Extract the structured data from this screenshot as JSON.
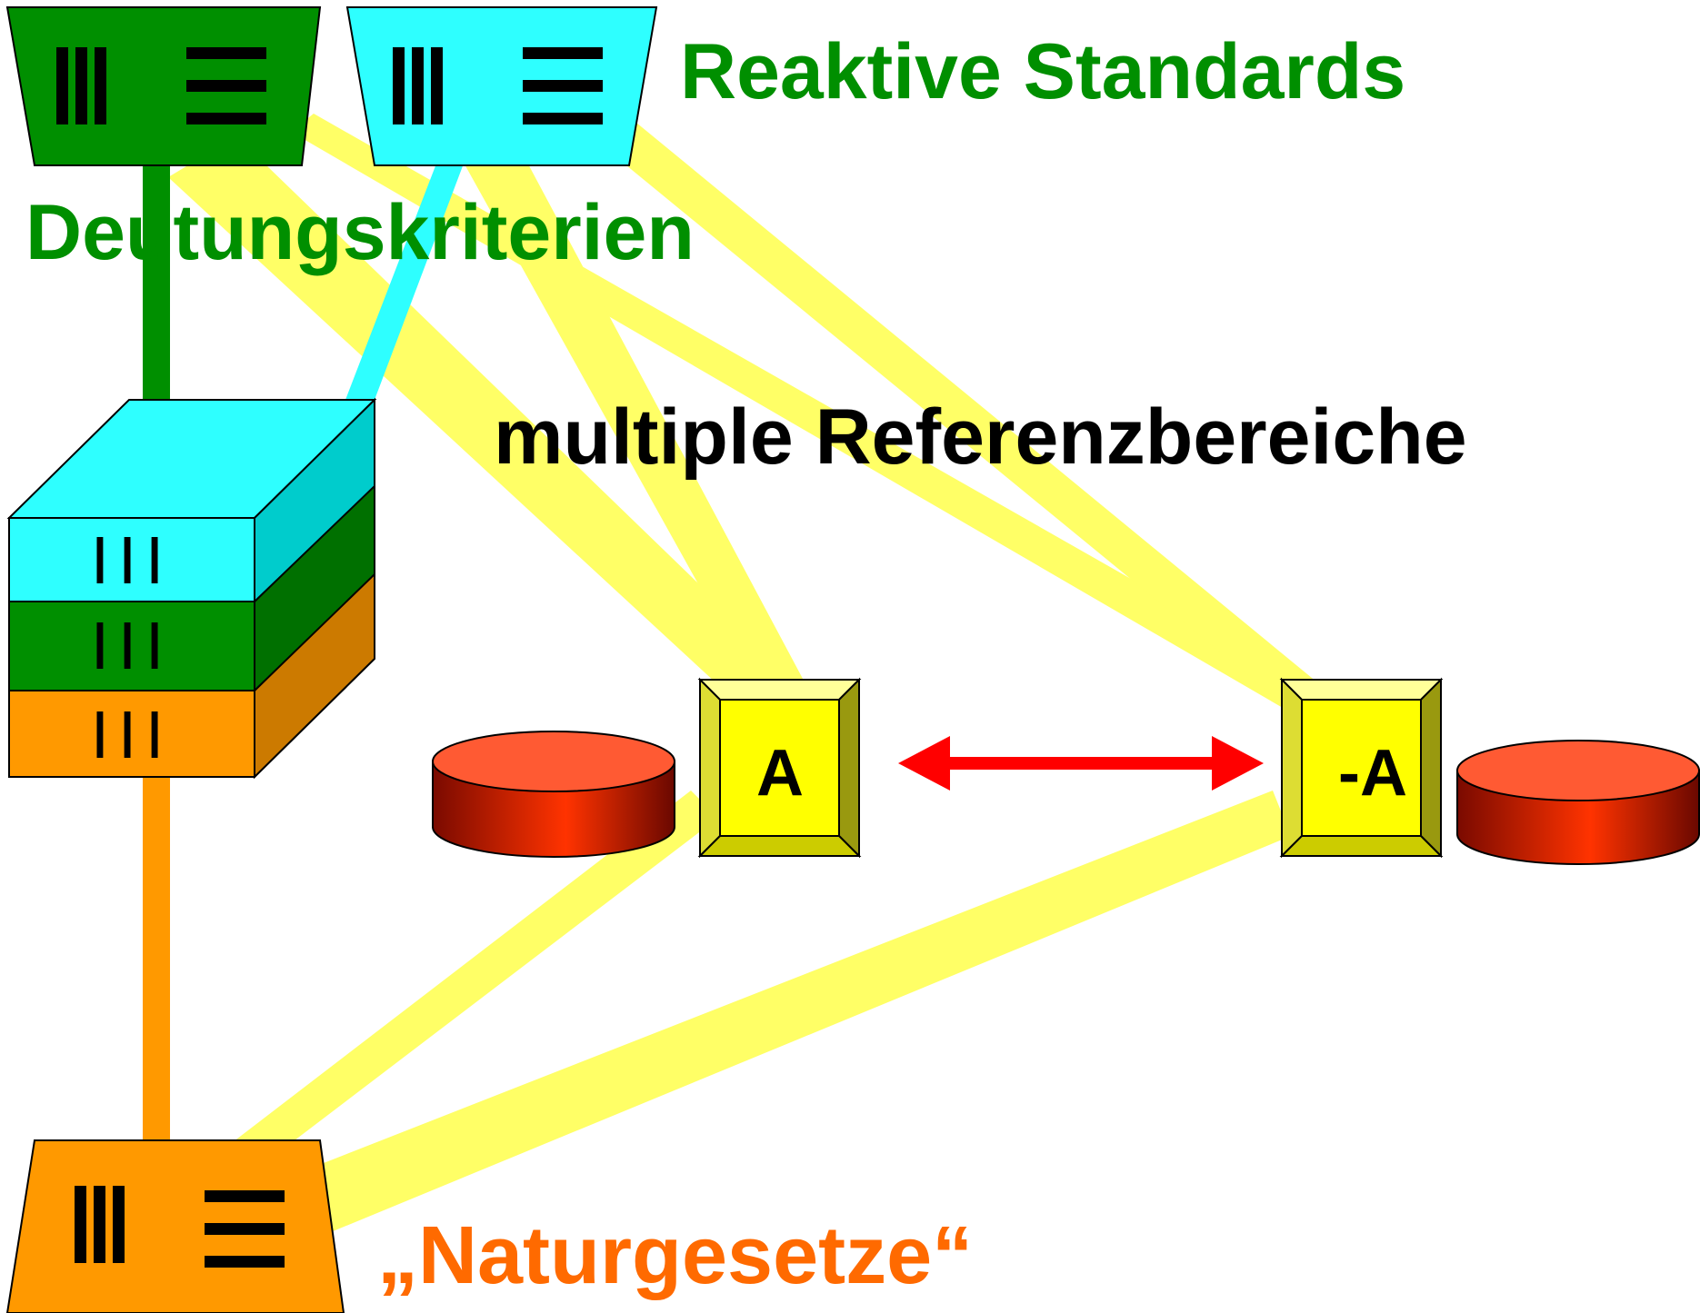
{
  "title_reactive": "Reaktive Standards",
  "title_deutung": "Deutungskriterien",
  "title_referenz": "multiple Referenzbereiche",
  "title_natur": "„Naturgesetze“",
  "box_a": "A",
  "box_not_a": "-A",
  "stack_marks": [
    "| | |",
    "| | |",
    "| | |"
  ],
  "colors": {
    "green": "#008f00",
    "cyan": "#2effff",
    "orange": "#ff9900",
    "yellow_band": "#ffff66",
    "red_arrow": "#ff0000",
    "title_orange": "#ff6a00"
  }
}
